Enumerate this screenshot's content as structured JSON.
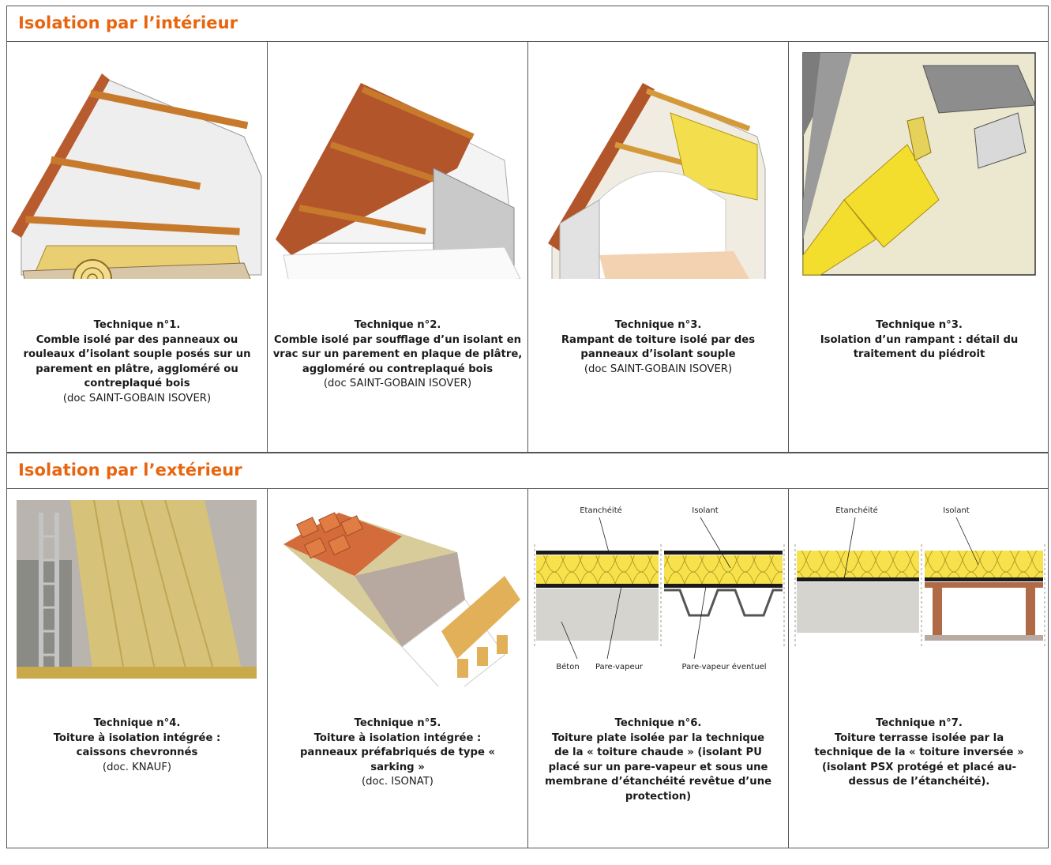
{
  "sections": [
    {
      "title": "Isolation par l’intérieur",
      "items": [
        {
          "technique": "Technique n°1.",
          "description": "Comble isolé par des panneaux ou rouleaux d’isolant souple posés sur un parement en plâtre, aggloméré ou contreplaqué bois",
          "source": "(doc SAINT-GOBAIN ISOVER)"
        },
        {
          "technique": "Technique n°2.",
          "description": "Comble isolé par soufflage d’un isolant en vrac sur un parement en plaque de plâtre, aggloméré ou contreplaqué bois",
          "source": "(doc SAINT-GOBAIN ISOVER)"
        },
        {
          "technique": "Technique n°3.",
          "description": "Rampant de toiture isolé par des panneaux d’isolant souple",
          "source": "(doc SAINT-GOBAIN ISOVER)"
        },
        {
          "technique": "Technique n°3.",
          "description": "Isolation d’un rampant : détail du traitement du piédroit",
          "source": ""
        }
      ]
    },
    {
      "title": "Isolation par l’extérieur",
      "items": [
        {
          "technique": "Technique n°4.",
          "description": "Toiture à isolation intégrée : caissons chevronnés",
          "source": "(doc. KNAUF)"
        },
        {
          "technique": "Technique n°5.",
          "description": "Toiture à isolation intégrée : panneaux préfabriqués de type « sarking »",
          "source": "(doc. ISONAT)"
        },
        {
          "technique": "Technique n°6.",
          "description": "Toiture plate isolée par la technique de la « toiture chaude » (isolant PU placé sur un pare-vapeur et sous une membrane d’étanchéité revêtue d’une protection)",
          "source": ""
        },
        {
          "technique": "Technique n°7.",
          "description": "Toiture terrasse isolée par la technique de la « toiture inversée » (isolant PSX protégé et placé au-dessus de l’étanchéité).",
          "source": ""
        }
      ]
    }
  ],
  "diagram6": {
    "etancheite": "Etanchéité",
    "isolant": "Isolant",
    "beton": "Béton",
    "pare_vapeur": "Pare-vapeur",
    "pare_vapeur_eventuel": "Pare-vapeur éventuel"
  },
  "diagram7": {
    "etancheite": "Etanchéité",
    "isolant": "Isolant"
  },
  "colors": {
    "heading": "#e8650f",
    "insulation": "#f2e04a",
    "border": "#555555"
  }
}
